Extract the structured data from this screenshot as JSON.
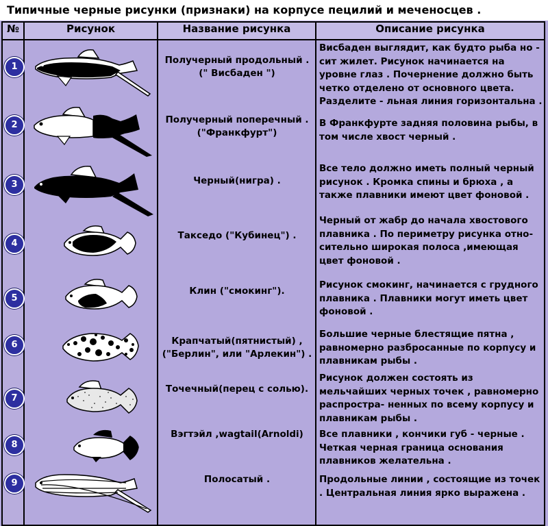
{
  "title": "Типичные  черные рисунки (признаки) на корпусе пецилий и меченосцев .",
  "headers": {
    "num": "№",
    "pic": "Рисунок",
    "name": "Название рисунка",
    "desc": "Описание рисунка"
  },
  "rows": [
    {
      "num": "1",
      "name": "Получерный продольный .\n(\" Висбаден \")",
      "desc": "Висбаден  выглядит, как будто рыба но - сит жилет. Рисунок начинается на уровне глаз . Почернение должно быть четко отделено от основного цвета. Разделите - льная линия горизонтальна ."
    },
    {
      "num": "2",
      "name": "Получерный поперечный .\n(\"Франкфурт\")",
      "desc": "В Франкфурте  задняя половина рыбы, в том числе хвост черный ."
    },
    {
      "num": "3",
      "name": "Черный(нигра) .",
      "desc": "Все тело должно иметь полный черный рисунок . Кромка спины и брюха , а также  плавники  имеют цвет фоновой ."
    },
    {
      "num": "4",
      "name": "Такседо (\"Кубинец\") .",
      "desc": "Черный от жабр до начала хвостового плавника . По периметру рисунка отно- сительно широкая  полоса  ,имеющая цвет фоновой ."
    },
    {
      "num": "5",
      "name": "Клин (\"смокинг\").",
      "desc": "Рисунок смокинг, начинается с  грудного плавника . Плавники могут иметь цвет фоновой ."
    },
    {
      "num": "6",
      "name": "Крапчатый(пятнистый) ,\n(\"Берлин\", или \"Арлекин\") .",
      "desc": "Большие черные блестящие пятна , равномерно разбросанные по корпусу и плавникам рыбы ."
    },
    {
      "num": "7",
      "name": "Точечный(перец с солью).",
      "desc": "Рисунок  должен состоять из мельчайших черных точек , равномерно  распростра- ненных по всему корпусу и плавникам рыбы ."
    },
    {
      "num": "8",
      "name": "Вэгтэйл ,wagtail(Arnoldi)",
      "desc": "Все плавники , кончики губ - черные . Четкая черная граница основания плавников желательна ."
    },
    {
      "num": "9",
      "name": "Полосатый .",
      "desc": "Продольные линии , состоящие из точек . Центральная линия ярко выражена ."
    }
  ],
  "icons": [
    "fish-wiesbaden-icon",
    "fish-frankfurt-icon",
    "fish-black-icon",
    "fish-tuxedo-icon",
    "fish-wedge-icon",
    "fish-spotted-icon",
    "fish-speckled-icon",
    "fish-wagtail-icon",
    "fish-striped-icon"
  ],
  "colors": {
    "background": "#b4a9dd",
    "badge": "#2d2fa0",
    "title_bg": "#ffffff"
  }
}
